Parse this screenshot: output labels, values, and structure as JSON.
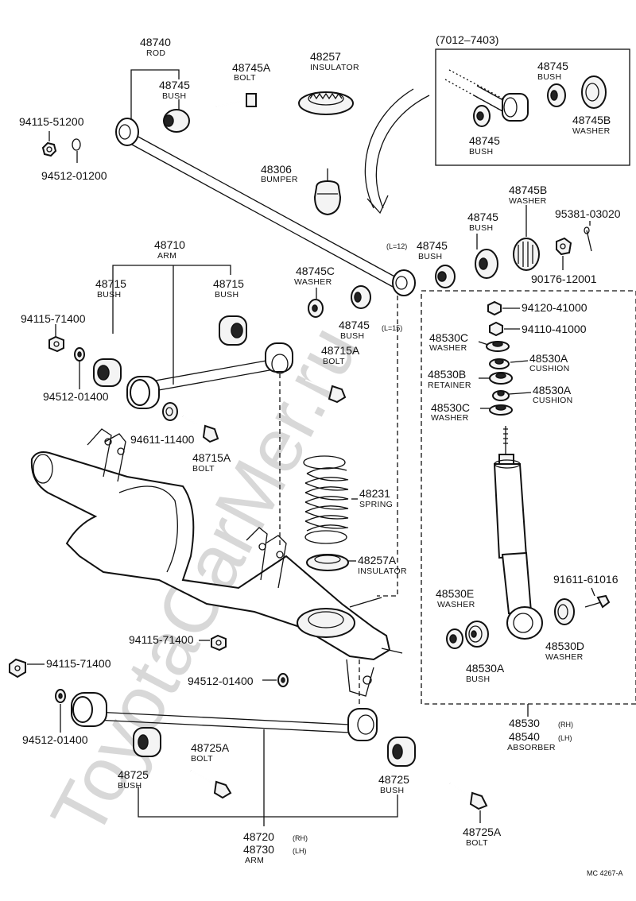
{
  "watermark": "ToyotaCarMer.ru",
  "inset_title": "(7012–7403)",
  "doc_code": "MC 4267-A",
  "labels": {
    "p48740": "48740",
    "rod": "ROD",
    "p48745a_top": "48745A",
    "bolt_top": "BOLT",
    "p48257": "48257",
    "insulator_top": "INSULATOR",
    "p48745_top": "48745",
    "bush_top": "BUSH",
    "p94115_51200": "94115-51200",
    "p94512_01200": "94512-01200",
    "p48306": "48306",
    "bumper": "BUMPER",
    "p48745_in1": "48745",
    "bush_in1": "BUSH",
    "p48745b_in": "48745B",
    "washer_in": "WASHER",
    "p48745_in2": "48745",
    "bush_in2": "BUSH",
    "p48745b_mid": "48745B",
    "washer_mid": "WASHER",
    "p48745_mid": "48745",
    "bush_mid": "BUSH",
    "p95381": "95381-03020",
    "p90176": "90176-12001",
    "l12": "(L=12)",
    "p48745_l12": "48745",
    "bush_l12": "BUSH",
    "l15": "(L=15)",
    "p48710": "48710",
    "arm_top": "ARM",
    "p48715_l": "48715",
    "bush_l": "BUSH",
    "p48715_r": "48715",
    "bush_r": "BUSH",
    "p48745c": "48745C",
    "washer_c": "WASHER",
    "p48745_c": "48745",
    "bush_c": "BUSH",
    "p94115_71400_a": "94115-71400",
    "p94512_01400_a": "94512-01400",
    "p48715a_r": "48715A",
    "bolt_r": "BOLT",
    "p94611": "94611-11400",
    "p48715a_l": "48715A",
    "bolt_l": "BOLT",
    "p94120": "94120-41000",
    "p94110": "94110-41000",
    "p48530c_1": "48530C",
    "washer_530c1": "WASHER",
    "p48530a_1": "48530A",
    "cushion_1": "CUSHION",
    "p48530b": "48530B",
    "retainer": "RETAINER",
    "p48530a_2": "48530A",
    "cushion_2": "CUSHION",
    "p48530c_2": "48530C",
    "washer_530c2": "WASHER",
    "p48231": "48231",
    "spring": "SPRING",
    "p48257a": "48257A",
    "insulator_a": "INSULATOR",
    "p91611": "91611-61016",
    "p48530e": "48530E",
    "washer_530e": "WASHER",
    "p48530d": "48530D",
    "washer_530d": "WASHER",
    "p48530a_3": "48530A",
    "bush_530a": "BUSH",
    "p94115_71400_b": "94115-71400",
    "p94512_01400_b": "94512-01400",
    "p94115_71400_c": "94115-71400",
    "p94512_01400_c": "94512-01400",
    "p48530": "48530",
    "rh_530": "(RH)",
    "p48540": "48540",
    "lh_540": "(LH)",
    "absorber": "ABSORBER",
    "p48725a_l": "48725A",
    "bolt_725l": "BOLT",
    "p48725_l": "48725",
    "bush_725l": "BUSH",
    "p48725_r": "48725",
    "bush_725r": "BUSH",
    "p48725a_r": "48725A",
    "bolt_725r": "BOLT",
    "p48720": "48720",
    "rh_720": "(RH)",
    "p48730": "48730",
    "lh_730": "(LH)",
    "arm_bottom": "ARM"
  }
}
